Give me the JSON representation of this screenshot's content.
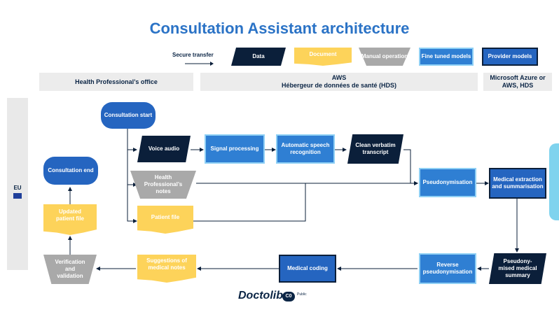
{
  "title": "Consultation Assistant architecture",
  "legend": {
    "secure_transfer": "Secure transfer",
    "data": "Data",
    "document": "Document",
    "manual": "Manual operation",
    "fine_tuned": "Fine tuned models",
    "provider": "Provider models"
  },
  "columns": {
    "office": "Health Professional’s office",
    "aws_line1": "AWS",
    "aws_line2": "Hébergeur de données de santé (HDS)",
    "azure": "Microsoft Azure or AWS, HDS"
  },
  "region": "EU",
  "nodes": {
    "consultation_start": "Consultation start",
    "consultation_end": "Consultation end",
    "voice_audio": "Voice audio",
    "signal_processing": "Signal processing",
    "asr": "Automatic speech recognition",
    "clean_transcript": "Clean verbatim transcript",
    "hp_notes": "Health Professional’s notes",
    "patient_file": "Patient file",
    "pseudonymisation": "Pseudonymisation",
    "medical_extraction": "Medical extraction and summarisation",
    "pseudo_summary": "Pseudony-mised medical summary",
    "reverse_pseudo": "Reverse pseudonymisation",
    "medical_coding": "Medical coding",
    "suggestions": "Suggestions of medical notes",
    "verification": "Verification and validation",
    "updated_patient_file": "Updated patient file"
  },
  "footer": {
    "brand": "Doctolib",
    "badge": "C0",
    "badge_text": "Public"
  },
  "colors": {
    "title": "#2b73c6",
    "data": "#0b1f3a",
    "document": "#fdd35a",
    "manual": "#a9a9a9",
    "fine_tuned": "#2f7fd3",
    "provider": "#2565c0",
    "arrow": "#0b1f3a"
  }
}
